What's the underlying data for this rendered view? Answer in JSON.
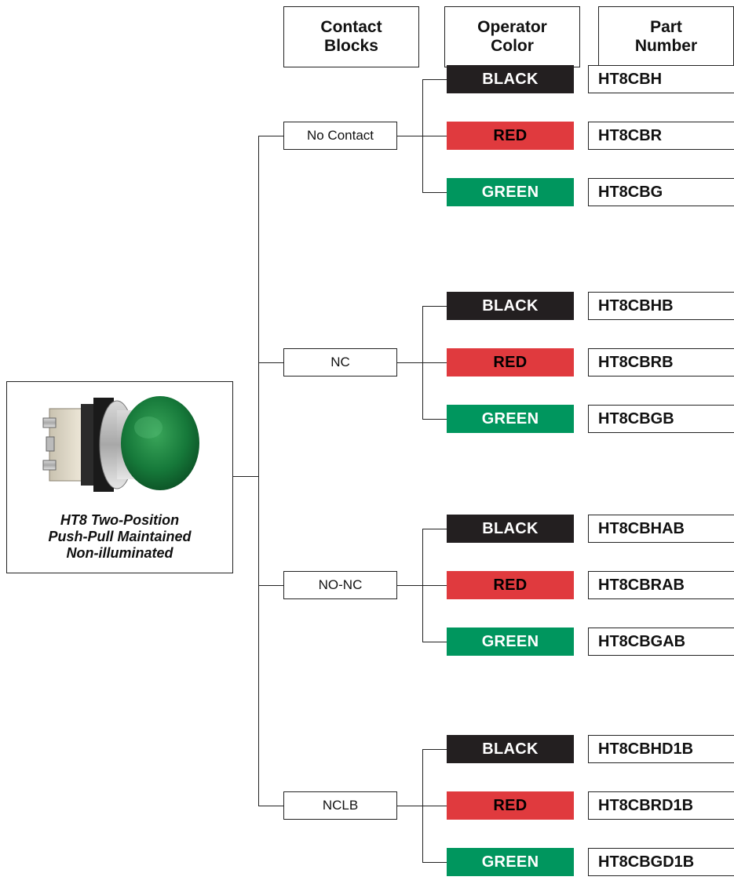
{
  "headers": {
    "contact_blocks": "Contact\nBlocks",
    "operator_color": "Operator\nColor",
    "part_number": "Part\nNumber"
  },
  "product": {
    "caption": "HT8 Two-Position\nPush-Pull Maintained\nNon-illuminated",
    "image_icon": "green-pushbutton-icon"
  },
  "colors": {
    "BLACK": "#231f20",
    "RED": "#e03a3e",
    "GREEN": "#00965e"
  },
  "groups": [
    {
      "contact": "No Contact",
      "options": [
        {
          "color": "BLACK",
          "part": "HT8CBH"
        },
        {
          "color": "RED",
          "part": "HT8CBR"
        },
        {
          "color": "GREEN",
          "part": "HT8CBG"
        }
      ]
    },
    {
      "contact": "NC",
      "options": [
        {
          "color": "BLACK",
          "part": "HT8CBHB"
        },
        {
          "color": "RED",
          "part": "HT8CBRB"
        },
        {
          "color": "GREEN",
          "part": "HT8CBGB"
        }
      ]
    },
    {
      "contact": "NO-NC",
      "options": [
        {
          "color": "BLACK",
          "part": "HT8CBHAB"
        },
        {
          "color": "RED",
          "part": "HT8CBRAB"
        },
        {
          "color": "GREEN",
          "part": "HT8CBGAB"
        }
      ]
    },
    {
      "contact": "NCLB",
      "options": [
        {
          "color": "BLACK",
          "part": "HT8CBHD1B"
        },
        {
          "color": "RED",
          "part": "HT8CBRD1B"
        },
        {
          "color": "GREEN",
          "part": "HT8CBGD1B"
        }
      ]
    }
  ]
}
